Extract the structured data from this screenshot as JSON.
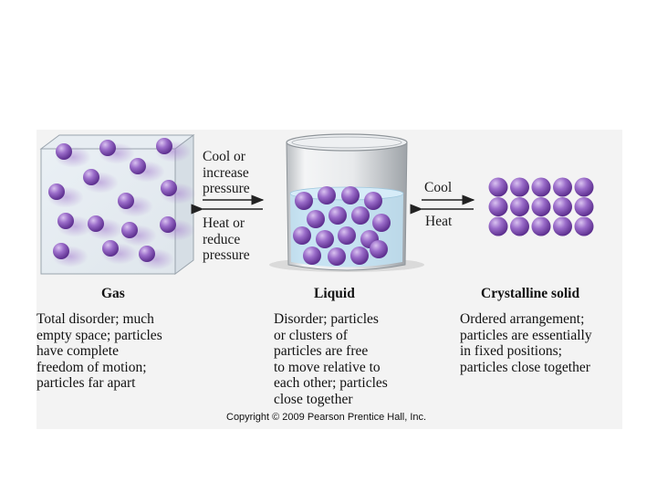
{
  "arrows_left": {
    "top_label": "Cool or\nincrease\npressure",
    "bottom_label": "Heat or\nreduce\npressure"
  },
  "arrows_right": {
    "top_label": "Cool",
    "bottom_label": "Heat"
  },
  "states": [
    {
      "title": "Gas",
      "description": "Total disorder; much\nempty space; particles\nhave complete\nfreedom of motion;\nparticles far apart"
    },
    {
      "title": "Liquid",
      "description": "Disorder; particles\nor clusters of\nparticles are free\nto move relative to\neach other; particles\nclose together"
    },
    {
      "title": "Crystalline solid",
      "description": "Ordered arrangement;\nparticles are essentially\nin fixed positions;\nparticles close together"
    }
  ],
  "copyright": "Copyright © 2009 Pearson Prentice Hall, Inc.",
  "colors": {
    "particle": "#8a5ab8",
    "liquid": "#bfe0f2",
    "panel": "#f3f3f3"
  }
}
